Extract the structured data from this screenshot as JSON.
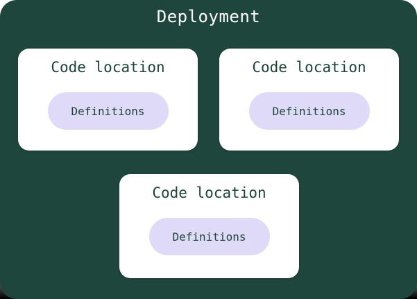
{
  "diagram": {
    "title": "Deployment",
    "code_locations": [
      {
        "title": "Code location",
        "pill_label": "Definitions"
      },
      {
        "title": "Code location",
        "pill_label": "Definitions"
      },
      {
        "title": "Code location",
        "pill_label": "Definitions"
      }
    ]
  },
  "colors": {
    "deployment_bg": "#1F463C",
    "deployment_title_text": "#FFFFFF",
    "card_bg": "#FFFFFF",
    "card_text": "#1C4339",
    "pill_bg": "#DEDAF8"
  }
}
